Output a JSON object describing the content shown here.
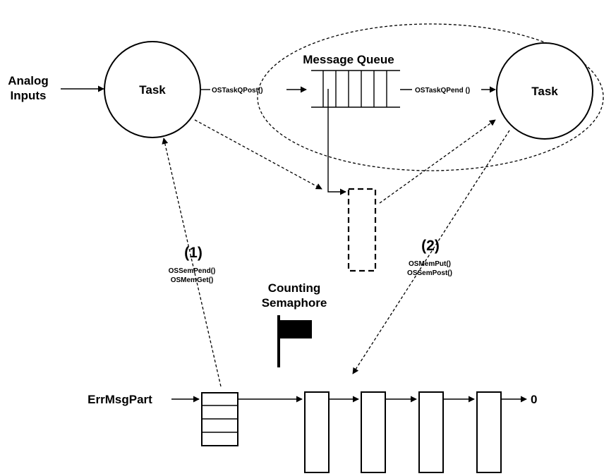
{
  "labels": {
    "analog_inputs_line1": "Analog",
    "analog_inputs_line2": "Inputs",
    "task_left": "Task",
    "task_right": "Task",
    "message_queue": "Message Queue",
    "post_call": "OSTaskQPost()",
    "pend_call": "OSTaskQPend ()",
    "step1_number": "(1)",
    "step1_call1": "OSSemPend()",
    "step1_call2": "OSMemGet()",
    "step2_number": "(2)",
    "step2_call1": "OSMemPut()",
    "step2_call2": "OSSemPost()",
    "semaphore_line1": "Counting",
    "semaphore_line2": "Semaphore",
    "partition_name": "ErrMsgPart",
    "list_end": "0"
  }
}
